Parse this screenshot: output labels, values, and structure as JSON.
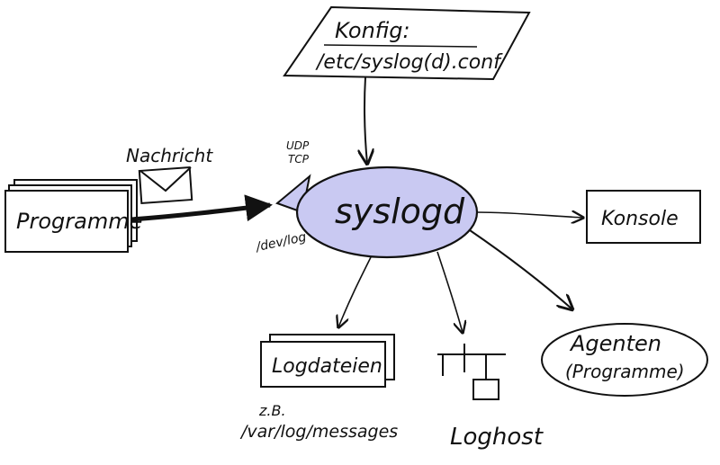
{
  "diagram": {
    "config_label": "Konfig:",
    "config_path": "/etc/syslog(d).conf",
    "protocol_line1": "UDP",
    "protocol_line2": "TCP",
    "daemon": "syslogd",
    "source": "Programme",
    "message_label": "Nachricht",
    "dev_log": "/dev/log",
    "console": "Konsole",
    "logfiles": "Logdateien",
    "example_prefix": "z.B.",
    "example_path": "/var/log/messages",
    "loghost": "Loghost",
    "agents_line1": "Agenten",
    "agents_line2": "(Programme)"
  },
  "colors": {
    "ink": "#111111",
    "daemon_fill": "#c9c9f2",
    "background": "#ffffff"
  }
}
